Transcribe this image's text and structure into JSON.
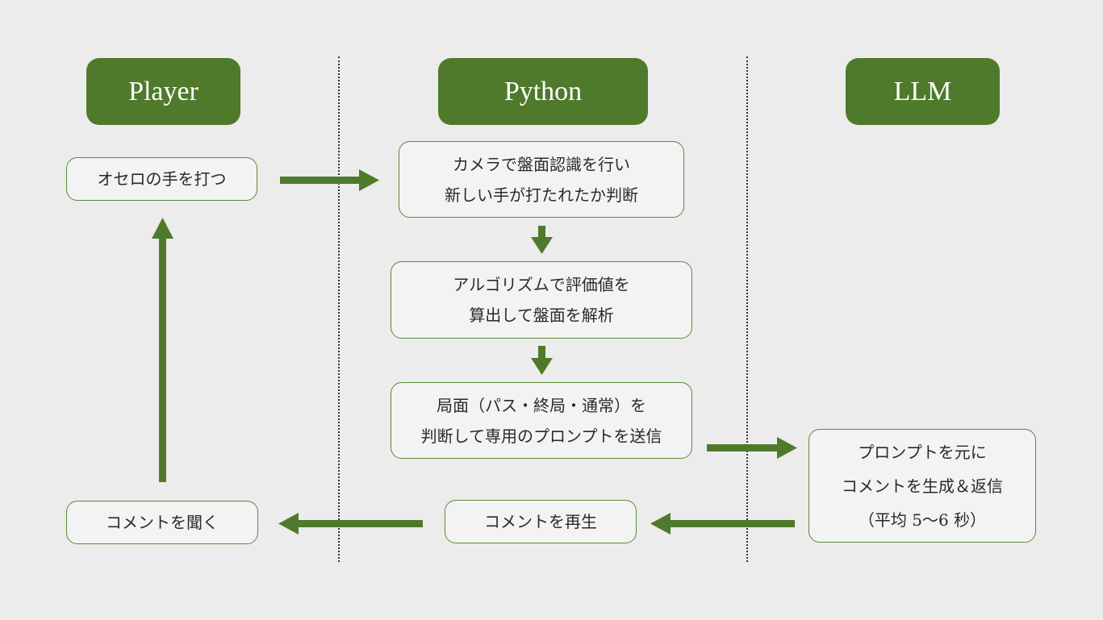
{
  "colors": {
    "accent": "#4f7a2c",
    "box_border": "#5a8a35",
    "arrow": "#4f7a2c",
    "background": "#ececec"
  },
  "lanes": {
    "player": "Player",
    "python": "Python",
    "llm": "LLM"
  },
  "nodes": {
    "play_move": [
      "オセロの手を打つ"
    ],
    "camera_recognition": [
      "カメラで盤面認識を行い",
      "新しい手が打たれたか判断"
    ],
    "algorithm_eval": [
      "アルゴリズムで評価値を",
      "算出して盤面を解析"
    ],
    "phase_judge": [
      "局面（パス・終局・通常）を",
      "判断して専用のプロンプトを送信"
    ],
    "llm_generate": [
      "プロンプトを元に",
      "コメントを生成＆返信",
      "（平均 5〜6 秒）"
    ],
    "play_comment": [
      "コメントを再生"
    ],
    "hear_comment": [
      "コメントを聞く"
    ]
  }
}
